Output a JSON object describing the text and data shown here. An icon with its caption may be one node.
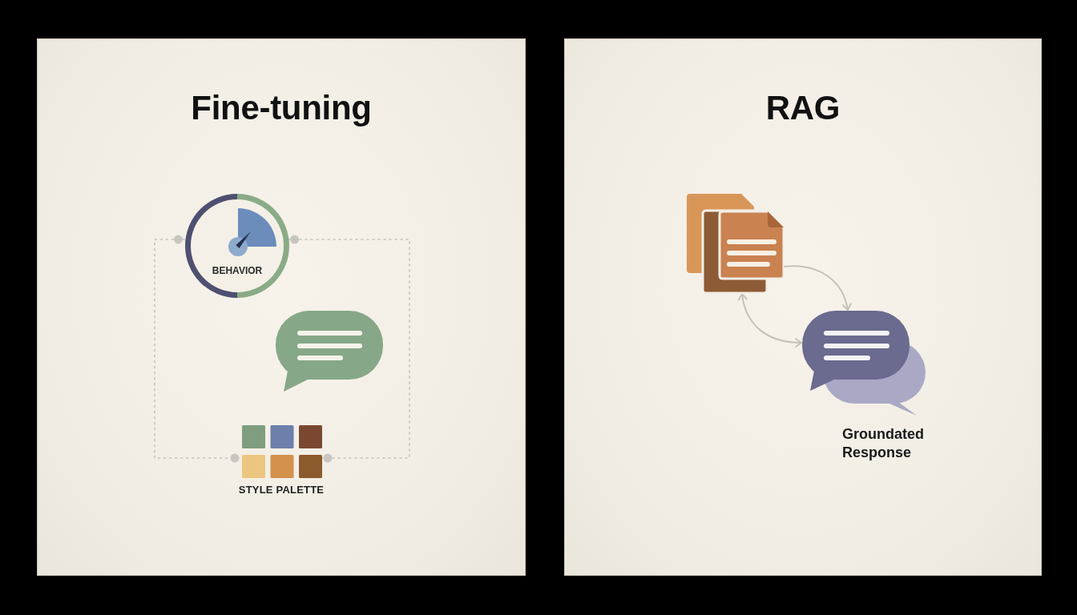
{
  "diagram": {
    "nodes": [
      {
        "text": [
          "Fine-tuning"
        ]
      },
      {
        "text": [
          "BEHAVIOR"
        ],
        "in": 0
      },
      {
        "text": [],
        "shape": "grid",
        "in": 0,
        "beside": [
          "STYLE PALETTE"
        ]
      },
      {
        "text": [
          "RAG"
        ]
      },
      {
        "text": [],
        "shape": "document",
        "in": 3
      },
      {
        "text": [],
        "shape": "bubble",
        "in": 3,
        "beside": [
          "Groundated Response"
        ]
      }
    ],
    "edges": [
      {
        "from": 1,
        "to": 2,
        "arrow": "other",
        "style": "dashed"
      },
      {
        "from": 2,
        "to": 1,
        "arrow": "other",
        "style": "dashed"
      },
      {
        "from": 4,
        "to": 5,
        "arrow": "to"
      },
      {
        "from": 4,
        "to": 5,
        "arrow": "both"
      }
    ]
  }
}
